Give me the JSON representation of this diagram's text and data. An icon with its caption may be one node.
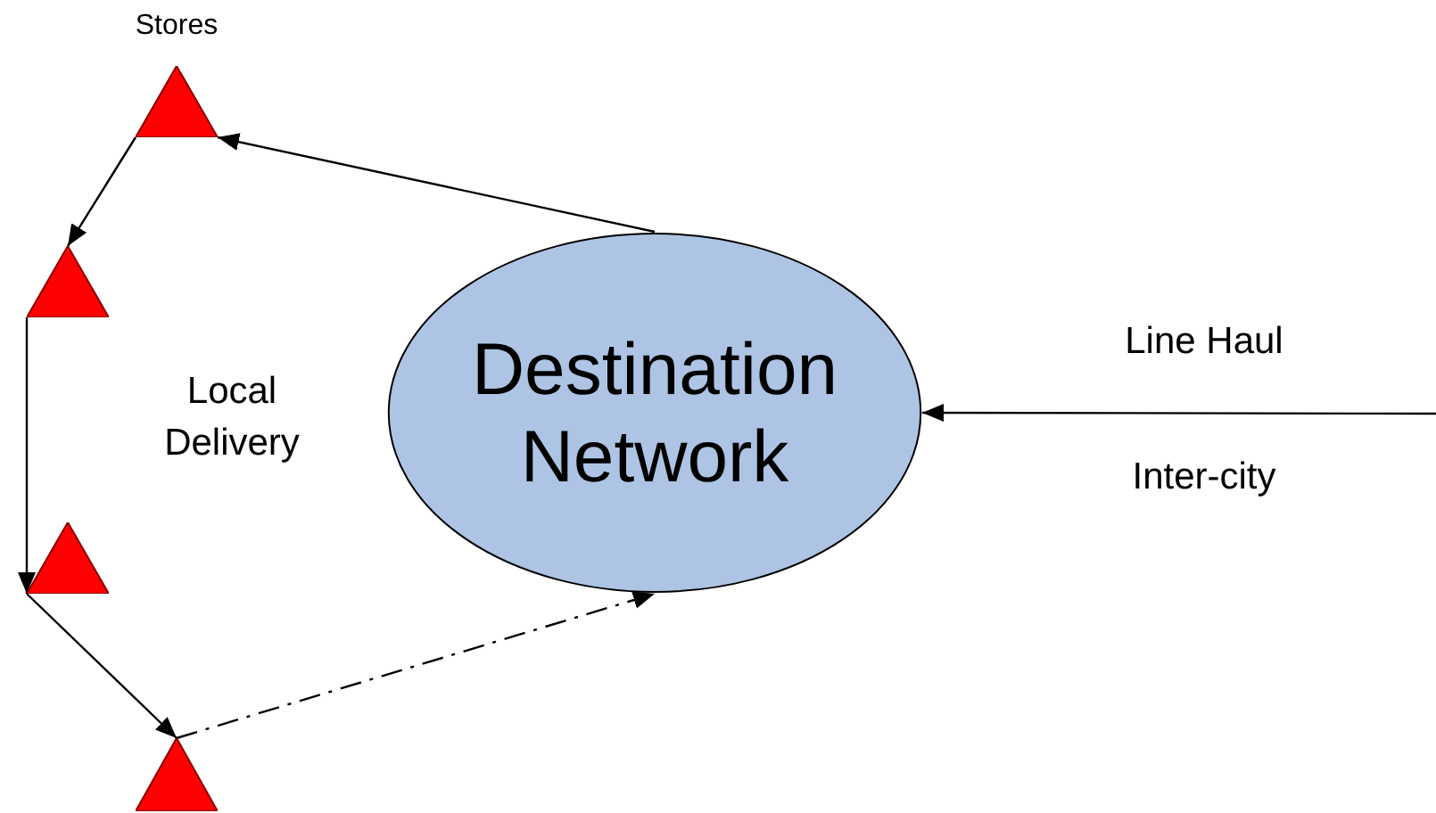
{
  "diagram": {
    "nodes": [
      {
        "text": [
          "Destination Network"
        ]
      },
      {
        "text": [],
        "shape": "triangle",
        "beside": [
          "Stores"
        ]
      },
      {
        "text": [],
        "shape": "triangle"
      },
      {
        "text": [],
        "shape": "triangle"
      },
      {
        "text": [],
        "shape": "triangle"
      }
    ],
    "edges": [
      {
        "from": 0,
        "to": 1,
        "arrow": "to"
      },
      {
        "from": 1,
        "to": 2,
        "arrow": "to"
      },
      {
        "from": 2,
        "to": 3,
        "arrow": "to"
      },
      {
        "from": 3,
        "to": 4,
        "arrow": "to"
      },
      {
        "from": 4,
        "to": 0,
        "arrow": "to",
        "style": "dashed"
      },
      {
        "from": null,
        "to": 0,
        "arrow": "to",
        "label": "Line Haul"
      }
    ],
    "labels": [
      "Local Delivery",
      "Inter-city"
    ]
  }
}
